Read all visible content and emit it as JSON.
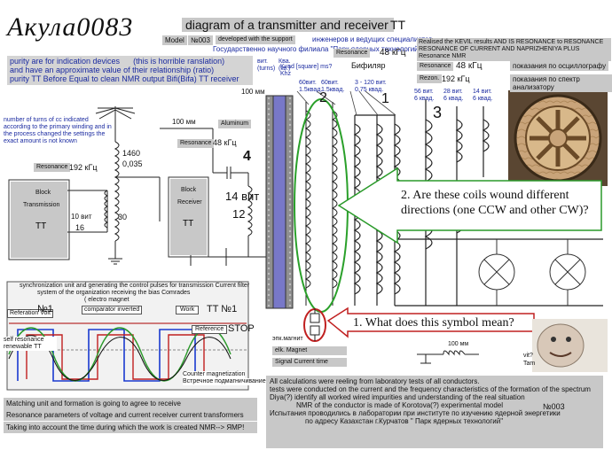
{
  "header": {
    "logo_text": "Акула0083",
    "title": "diagram of a transmitter and receiver",
    "title_suffix": "TT",
    "model_label": "Model",
    "model_value": "№003",
    "developed_text": "developed with the support",
    "engineers_text": "инженеров и ведущих специалистов",
    "branch_text": "Государственно научного филиала \"Парк ядерных технологий\""
  },
  "intro": {
    "line1": "purity are for indication devices",
    "line1b": "(this is horrible ranslation)",
    "line2": "and have an approximate value of their relationship (ratio)",
    "line3": "purity TT Before Equal to clean NMR output Bifi(Bifa) TT receiver"
  },
  "turns_table": {
    "col1": "вит. (turns)",
    "col2": "Ква.(кв.)",
    "col3": "Kvad [square] ms? Khz",
    "bifilar": "Бифиляр",
    "resonance_label": "Resonance",
    "resonance_value": "48 кГц",
    "sub1": "60вит. 1.5квад.",
    "sub2": "60вит. 1.5квад.",
    "sub3": "3 - 120 вит. 0.75 квад."
  },
  "right_panel": {
    "kevil_text": "Realised the KEVIL results AND IS RESONANCE to RESONANCE",
    "kevil_text2": "RESONANCE OF CURRENT AND NAPRIZHENIYA PLUS Resonance NMR",
    "res_label": "Resonance",
    "res_value": "48 кГц",
    "osc_text": "показания по осциллографу",
    "rezon_label": "Rezon.",
    "rezon_value": "192 кГц",
    "spectrum_text": "показания по спектр анализатору",
    "coil_a": "56 вит. 6 квад.",
    "coil_b": "28 вит. 6 квад.",
    "coil_c": "14 вит. 6 квад."
  },
  "left_panel": {
    "turns_note": "number of turns of cc indicated according to the primary winding and in the process changed the settings the exact amount is not known",
    "mm100": "100 мм",
    "mm100_b": "100 мм",
    "aluminum": "Aluminum",
    "n1460": "1460",
    "n0035": "0,035",
    "resonance_label": "Resonance",
    "resonance_value": "192 кГц",
    "resonance2_label": "Resonance",
    "resonance2_value": "48 кГц",
    "block_tx": "Block",
    "transmission": "Transmission",
    "tt_tx": "TT",
    "turns10": "10 вит",
    "n16": "16",
    "n30": "30",
    "block_rx": "Block",
    "receiver": "Receiver",
    "tt_rx": "TT",
    "n4": "4",
    "turns14": "14 вит",
    "n12": "12"
  },
  "coil_numbers": {
    "n2": "2",
    "n1": "1",
    "n3": "3"
  },
  "callouts": {
    "q2": "2. Are these coils wound  different directions (one CCW and other CW)?",
    "q1": "1. What does this symbol mean?"
  },
  "sync": {
    "line1": "synchronization unit and generating the control pulses for transmission",
    "line1b": "Current filter",
    "line2": "system of the organization receiving the bias Comrades",
    "line3": "( electro magnet",
    "label_n1": "№1",
    "label_ref": "Referation Volt",
    "label_comparator": "comparator inverted",
    "label_work": "Work",
    "label_ttn1": "TT №1",
    "label_reference": "Reference",
    "label_stop": "STOP",
    "label_self": "self resonance renewable TT",
    "label_counter": "Counter magnetization",
    "label_vstrech": "Встречное подмагничивание"
  },
  "middle": {
    "epk": "эпк.магнит",
    "elk": "elk.  Magnet",
    "signal": "Signal Current time",
    "mm100c": "100 мм"
  },
  "bottom_left": {
    "l1": "Matching unit and formation is going to agree to receive",
    "l2": "Resonance parameters of voltage and current receiver current transformers",
    "l3": "Taking into account the time during which the work is created",
    "l3b": "NMR-->",
    "l3c": "ЯМР!"
  },
  "bottom_right": {
    "r1": "All calculations were reeling from laboratory tests of all conductors.",
    "r2": "tests were conducted on the current and the frequency characteristics of the formation of the spectrum",
    "r3": "Diya(?) identify all worked wired impurities and understanding of the real situation",
    "r4": "NMR of the conductor is made of Korotova(?) experimental model",
    "r5": "Испытания проводились в лаборатории при институте по изучению ядерной энергетики",
    "r6": "по адресу Казахстан г.Курчатов \" Парк ядерных технологий\"",
    "model_no": "№003",
    "vit": "vit?",
    "tam": "Tam"
  },
  "colors": {
    "callout_border": "#2a9a2a",
    "ellipse_green": "#2aa02a",
    "ellipse_red": "#c02020",
    "tube_blue": "#7878c8",
    "gray_box": "#c8c8c8"
  }
}
